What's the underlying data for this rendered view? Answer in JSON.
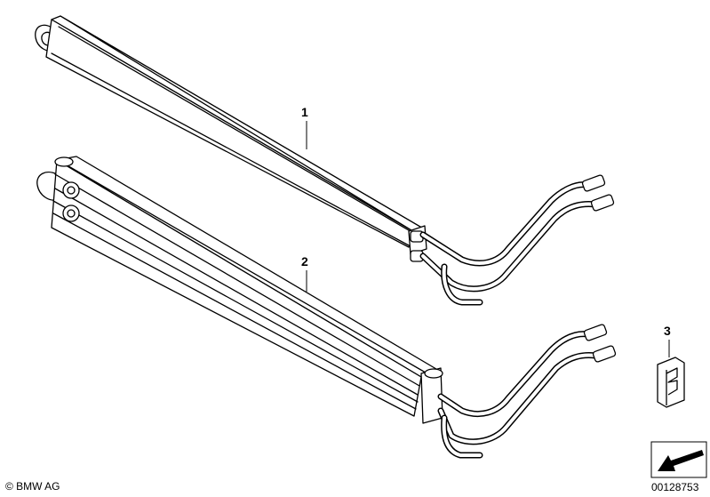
{
  "callouts": {
    "part1": "1",
    "part2": "2",
    "part3": "3"
  },
  "footer": {
    "copyright": "© BMW AG",
    "diagram_number": "00128753"
  },
  "icons": {
    "direction": "arrow-indicator-icon",
    "part1": "power-steering-cooler-icon",
    "part2": "oil-cooler-icon",
    "part3": "clip-icon"
  },
  "colors": {
    "line": "#000000",
    "background": "#ffffff"
  }
}
